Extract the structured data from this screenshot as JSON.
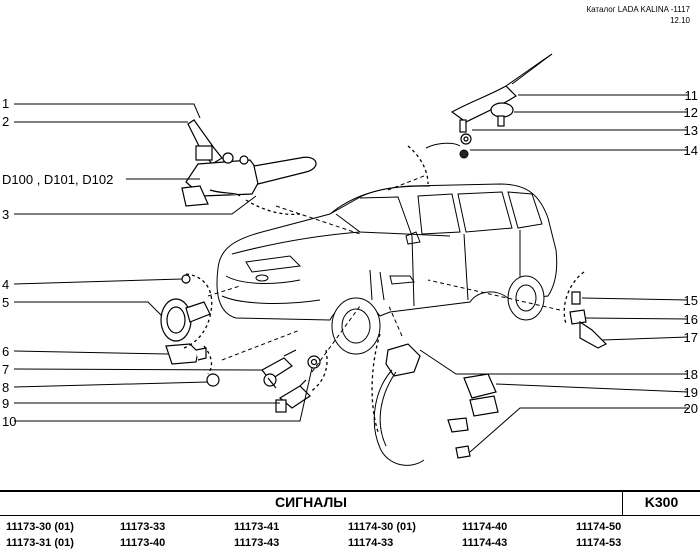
{
  "header": {
    "catalog": "Каталог LADA KALINA -1117",
    "date": "12.10"
  },
  "callouts": {
    "c1": "1",
    "c2": "2",
    "c_d": "D100 , D101, D102",
    "c3": "3",
    "c4": "4",
    "c5": "5",
    "c6": "6",
    "c7": "7",
    "c8": "8",
    "c9": "9",
    "c10": "10",
    "c11": "11",
    "c12": "12",
    "c13": "13",
    "c14": "14",
    "c15": "15",
    "c16": "16",
    "c17": "17",
    "c18": "18",
    "c19": "19",
    "c20": "20"
  },
  "footer": {
    "title": "СИГНАЛЫ",
    "code": "K300",
    "models_row1": [
      "11173-30 (01)",
      "11173-33",
      "11173-41",
      "11174-30 (01)",
      "11174-40",
      "11174-50"
    ],
    "models_row2": [
      "11173-31 (01)",
      "11173-40",
      "11173-43",
      "11174-33",
      "11174-43",
      "11174-53"
    ]
  }
}
